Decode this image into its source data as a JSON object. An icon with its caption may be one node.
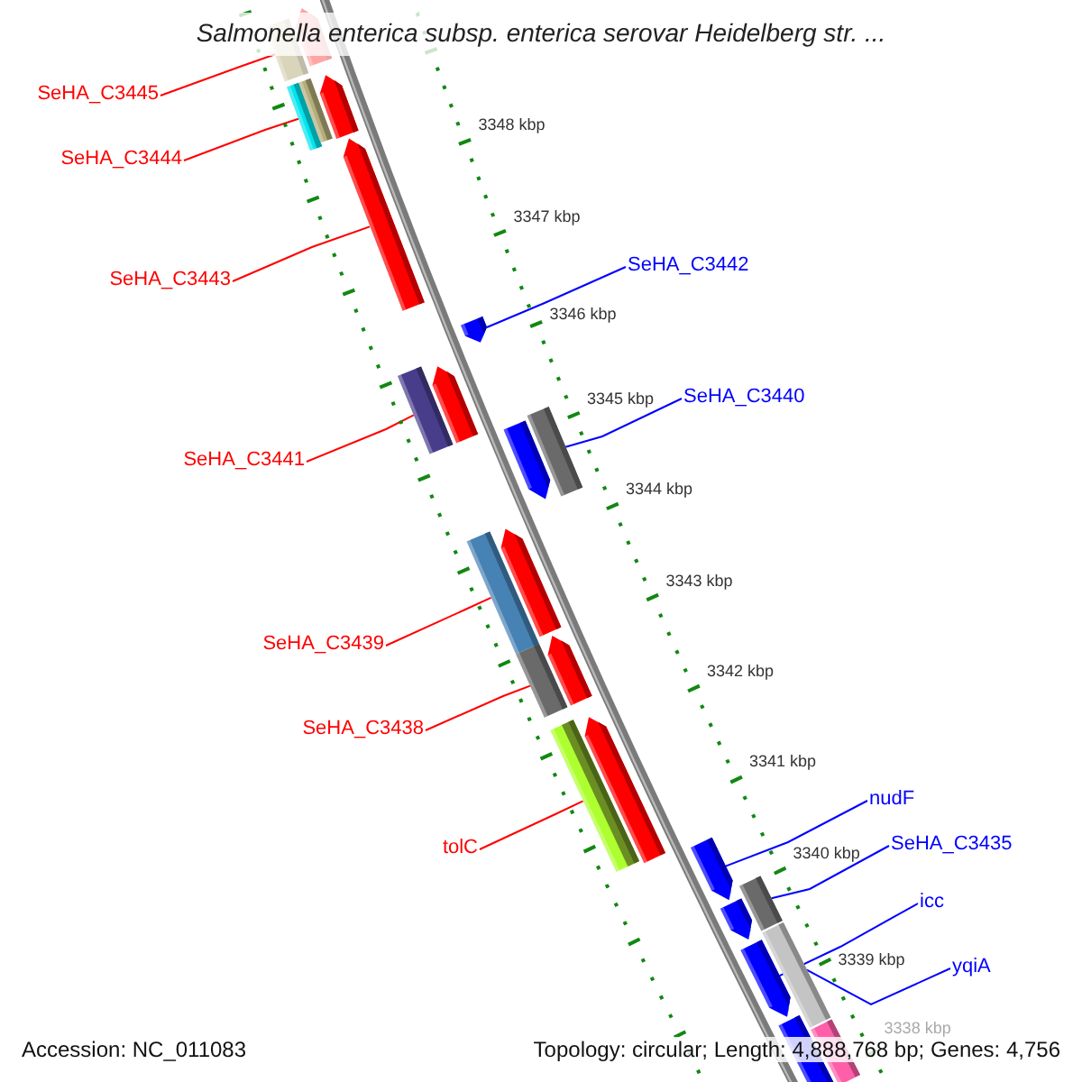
{
  "diagram": {
    "title": "Salmonella enterica subsp. enterica serovar Heidelberg str. ...",
    "nodes": [
      {
        "text": [
          "SeHA_C3445"
        ]
      },
      {
        "text": [
          "SeHA_C3444"
        ]
      },
      {
        "text": [
          "SeHA_C3442"
        ]
      },
      {
        "text": [
          "SeHA_C3443"
        ]
      },
      {
        "text": [
          "SeHA_C3440"
        ]
      },
      {
        "text": [
          "SeHA_C3441"
        ]
      },
      {
        "text": [
          "SeHA_C3439"
        ]
      },
      {
        "text": [
          "SeHA_C3438"
        ]
      },
      {
        "text": [
          "nudF"
        ]
      },
      {
        "text": [
          "tolC"
        ]
      },
      {
        "text": [
          "SeHA_C3435"
        ]
      },
      {
        "text": [
          "icc"
        ]
      },
      {
        "text": [
          "yqiA"
        ]
      },
      {
        "text": [],
        "shape": "arrow"
      },
      {
        "text": [],
        "shape": "bar"
      },
      {
        "text": [],
        "shape": "arrow"
      },
      {
        "text": [],
        "shape": "bar"
      },
      {
        "text": [],
        "shape": "bar"
      },
      {
        "text": [],
        "shape": "arrow"
      },
      {
        "text": [],
        "shape": "arrow"
      },
      {
        "text": [],
        "shape": "bar"
      },
      {
        "text": [],
        "shape": "arrow"
      },
      {
        "text": [],
        "shape": "bar"
      },
      {
        "text": [],
        "shape": "arrow"
      },
      {
        "text": [],
        "shape": "bar"
      },
      {
        "text": [],
        "shape": "arrow"
      },
      {
        "text": [],
        "shape": "bar"
      },
      {
        "text": [],
        "shape": "arrow"
      },
      {
        "text": [],
        "shape": "bar"
      },
      {
        "text": [],
        "shape": "arrow"
      },
      {
        "text": [],
        "shape": "arrow"
      },
      {
        "text": [],
        "shape": "bar"
      },
      {
        "text": [],
        "shape": "arrow"
      },
      {
        "text": [],
        "shape": "bar"
      },
      {
        "text": [],
        "shape": "arrow"
      },
      {
        "text": [],
        "shape": "arrow"
      },
      {
        "text": [],
        "shape": "bar"
      }
    ],
    "edges": [
      {
        "from": 0,
        "to": 14,
        "arrow": "none"
      },
      {
        "from": 1,
        "to": 16,
        "arrow": "none"
      },
      {
        "from": 2,
        "to": 19,
        "arrow": "none",
        "color": "#0000ff"
      },
      {
        "from": 3,
        "to": 18,
        "arrow": "none"
      },
      {
        "from": 4,
        "to": 22,
        "arrow": "none",
        "color": "#0000ff"
      },
      {
        "from": 5,
        "to": 20,
        "arrow": "none"
      },
      {
        "from": 6,
        "to": 24,
        "arrow": "none"
      },
      {
        "from": 7,
        "to": 26,
        "arrow": "none"
      },
      {
        "from": 8,
        "to": 30,
        "arrow": "none",
        "color": "#0000ff"
      },
      {
        "from": 9,
        "to": 28,
        "arrow": "none"
      },
      {
        "from": 10,
        "to": 31,
        "arrow": "none",
        "color": "#0000ff"
      },
      {
        "from": 11,
        "to": 34,
        "arrow": "none",
        "color": "#0000ff"
      },
      {
        "from": 12,
        "to": 33,
        "arrow": "none",
        "color": "#0000ff"
      }
    ],
    "labels": [
      "3348 kbp",
      "3347 kbp",
      "3346 kbp",
      "3345 kbp",
      "3344 kbp",
      "3343 kbp",
      "3342 kbp",
      "3341 kbp",
      "3340 kbp",
      "3339 kbp",
      "3338 kbp",
      "Accession: NC_011083",
      "Topology: circular; Length: 4,888,768 bp; Genes: 4,756"
    ]
  }
}
